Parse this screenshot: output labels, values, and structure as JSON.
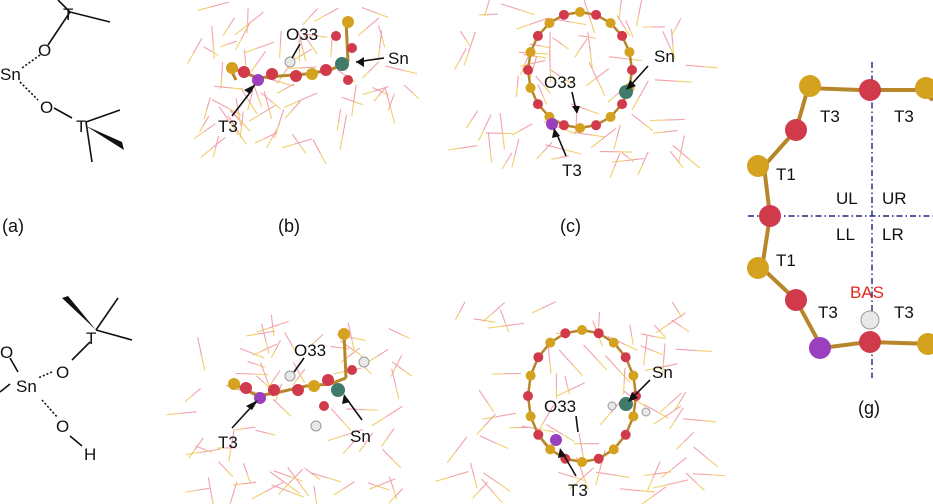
{
  "labels": {
    "a": "(a)",
    "b": "(b)",
    "c": "(c)",
    "g": "(g)",
    "sn": "Sn",
    "t": "T",
    "o": "O",
    "h": "H",
    "o33": "O33",
    "t3": "T3",
    "t1": "T1",
    "bas": "BAS",
    "ul": "UL",
    "ur": "UR",
    "ll": "LL",
    "lr": "LR"
  },
  "colors": {
    "si": "#d4a21e",
    "o": "#d13a4b",
    "sn": "#3f7a6a",
    "t3": "#9b3fbf",
    "h": "#e8e8e8",
    "framework_o": "#f2a1ab",
    "framework_si": "#f0cf6a",
    "axis": "#1a237e",
    "bas": "#e02a1a"
  }
}
